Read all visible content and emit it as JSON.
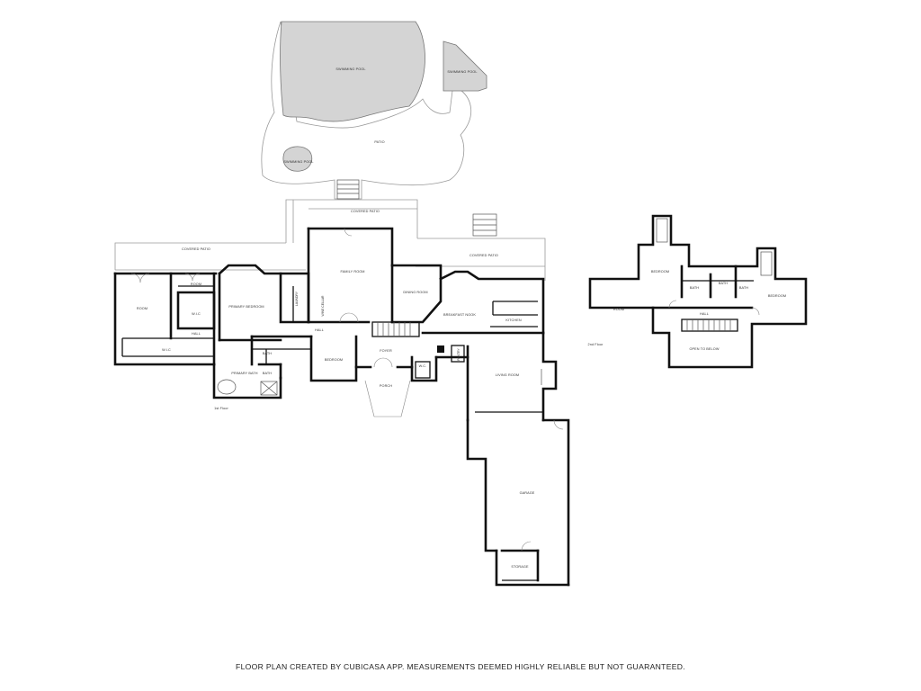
{
  "footer": {
    "disclaimer": "FLOOR PLAN CREATED BY CUBICASA APP. MEASUREMENTS DEEMED HIGHLY RELIABLE BUT NOT GUARANTEED."
  },
  "floors": {
    "first": {
      "caption": "1st Floor",
      "rooms": {
        "swimming_pool_main": "SWIMMING POOL",
        "swimming_pool_small": "SWIMMING POOL",
        "swimming_pool_spa": "SWIMMING POOL",
        "patio": "PATIO",
        "covered_patio_top": "COVERED PATIO",
        "covered_patio_left": "COVERED PATIO",
        "covered_patio_right": "COVERED PATIO",
        "room_west": "ROOM",
        "room_small": "ROOM",
        "wic_a": "W.I.C",
        "wic_b": "W.I.C",
        "primary_bedroom": "PRIMARY BEDROOM",
        "laundry": "LAUNDRY",
        "wine_cellar": "WINE CELLAR",
        "family_room": "FAMILY ROOM",
        "dining_room": "DINING ROOM",
        "breakfast_nook": "BREAKFAST NOOK",
        "kitchen": "KITCHEN",
        "hall_west": "HALL",
        "hall_center": "HALL",
        "primary_bath": "PRIMARY BATH",
        "bath_a": "BATH",
        "bath_b": "BATH",
        "bedroom": "BEDROOM",
        "foyer": "FOYER",
        "porch": "PORCH",
        "wc": "W.C.",
        "pantry": "PANTRY",
        "living_room": "LIVING ROOM",
        "garage": "GARAGE",
        "storage": "STORAGE"
      }
    },
    "second": {
      "caption": "2nd Floor",
      "rooms": {
        "bedroom_left": "BEDROOM",
        "bedroom_right": "BEDROOM",
        "room": "ROOM",
        "bath_a": "BATH",
        "bath_b": "BATH",
        "bath_c": "BATH",
        "hall": "HALL",
        "open_to_below": "OPEN TO BELOW"
      }
    }
  }
}
